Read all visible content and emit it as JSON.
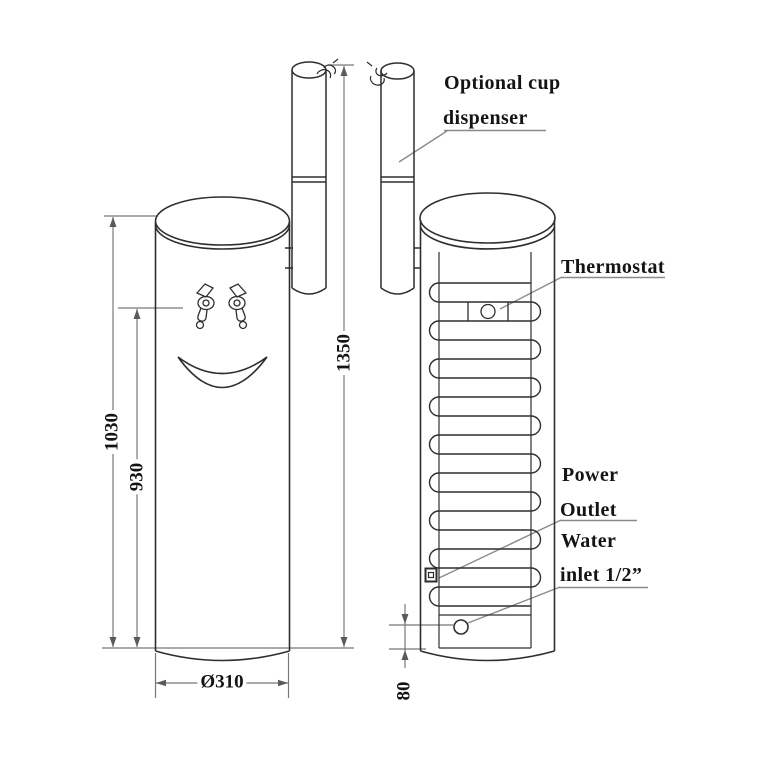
{
  "drawing": {
    "labels": {
      "optional_cup_line1": "Optional cup",
      "optional_cup_line2": "dispenser",
      "thermostat": "Thermostat",
      "power_line1": "Power",
      "power_line2": "Outlet",
      "water_line1": "Water",
      "water_line2": "inlet 1/2”"
    },
    "dimensions": {
      "overall_height": "1350",
      "body_height": "1030",
      "tap_height": "930",
      "base_diameter": "Ø310",
      "inlet_offset": "80"
    },
    "colors": {
      "outline": "#2e2e2e",
      "dimension_line": "#787878",
      "text": "#141414",
      "background": "#ffffff"
    }
  }
}
